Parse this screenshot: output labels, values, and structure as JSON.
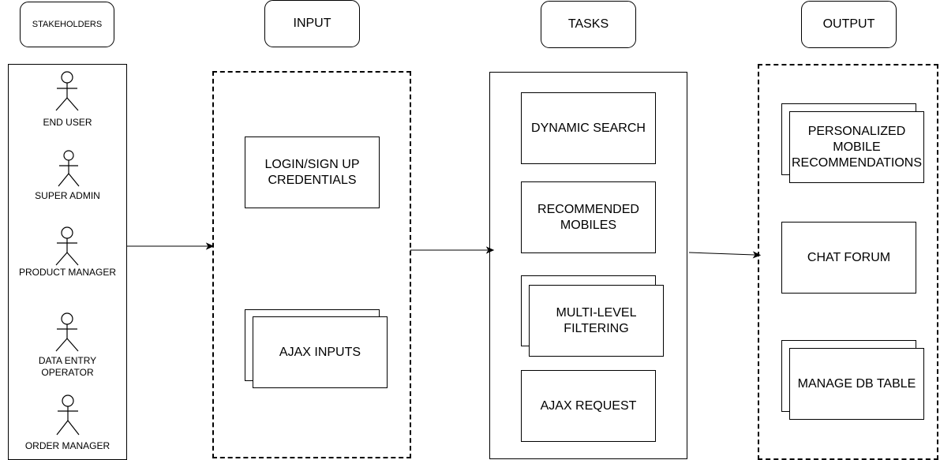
{
  "headers": {
    "stakeholders": "STAKEHOLDERS",
    "input": "INPUT",
    "tasks": "TASKS",
    "output": "OUTPUT"
  },
  "stakeholders": [
    {
      "label": "END USER"
    },
    {
      "label": "SUPER ADMIN"
    },
    {
      "label": "PRODUCT MANAGER"
    },
    {
      "label": "DATA ENTRY\nOPERATOR"
    },
    {
      "label": "ORDER MANAGER"
    }
  ],
  "input": {
    "login": "LOGIN/SIGN UP\nCREDENTIALS",
    "ajax_inputs": "AJAX INPUTS"
  },
  "tasks": {
    "dynamic_search": "DYNAMIC SEARCH",
    "recommended": "RECOMMENDED\nMOBILES",
    "filtering": "MULTI-LEVEL\nFILTERING",
    "ajax_request": "AJAX REQUEST"
  },
  "output": {
    "personalized": "PERSONALIZED\nMOBILE\nRECOMMENDATIONS",
    "chat_forum": "CHAT FORUM",
    "manage_db": "MANAGE DB TABLE"
  },
  "icons": [
    "stick-figure-icon",
    "arrow-icon"
  ]
}
